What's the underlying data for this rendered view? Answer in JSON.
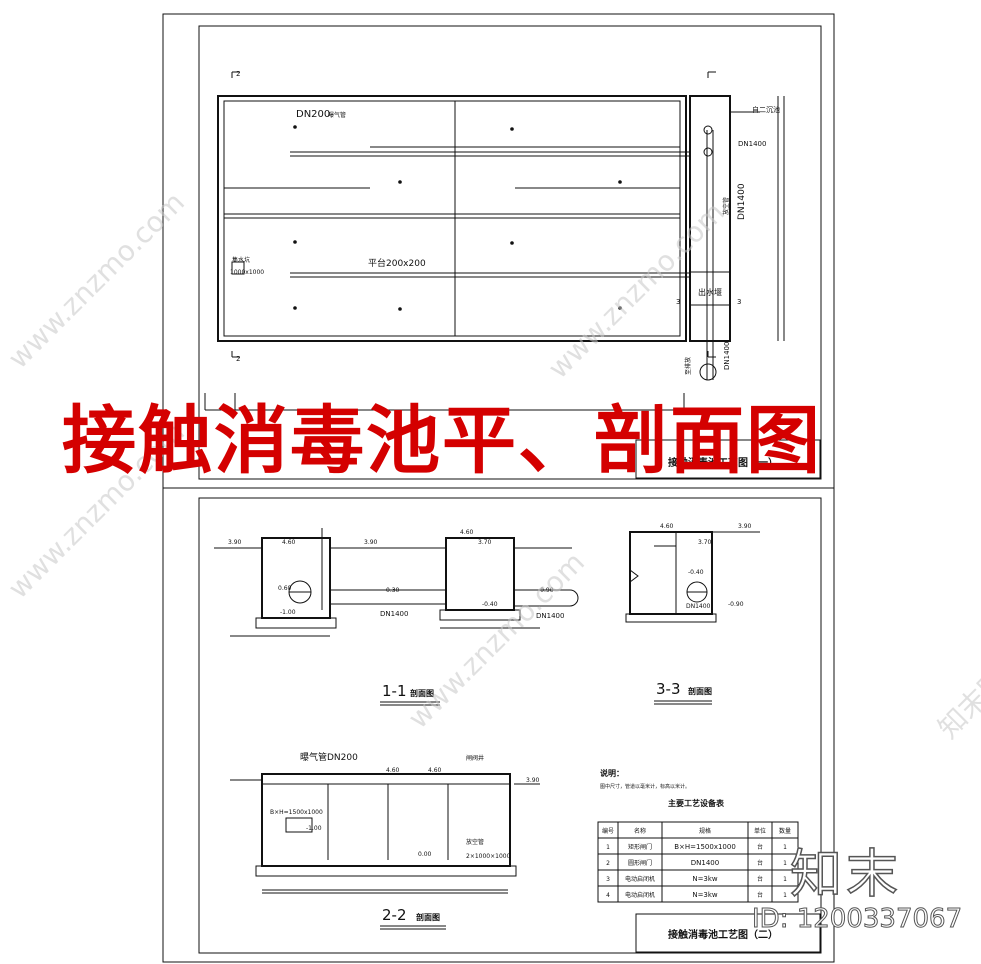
{
  "title_overlay": "接触消毒池平、剖面图",
  "brand": {
    "logo": "知末",
    "id_text": "ID: 1200337067"
  },
  "watermark": {
    "site": "www.znzmo.com",
    "brand": "知末网"
  },
  "plan": {
    "labels": {
      "pipe_dn200": "DN200",
      "pipe_dn200_note": "曝气管",
      "outlet_dn1400_a": "DN1400",
      "outlet_dn1400_b": "DN1400",
      "outlet_dn1400_c": "DN1400",
      "inlet_note": "自二沉池",
      "outlet_note": "至排放",
      "drain_note": "放空管",
      "weir": "出水堰",
      "duct": "平台200x200",
      "box_note": "集水坑",
      "box_size": "1000x1000",
      "mark_2": "2",
      "mark_3": "3"
    },
    "titleblock": "接触消毒池工艺图（一）"
  },
  "sections": {
    "s11": {
      "caption": "1-1",
      "caption_suffix": "剖面图",
      "levels": {
        "a": "3.90",
        "b": "4.60",
        "c": "3.90",
        "d": "4.60",
        "e": "3.70",
        "f": "0.60",
        "g": "-1.00",
        "h": "0.30",
        "i": "-0.40",
        "j": "-0.90"
      },
      "pipe": "DN1400",
      "pipe2": "DN1400"
    },
    "s33": {
      "caption": "3-3",
      "caption_suffix": "剖面图",
      "levels": {
        "a": "4.60",
        "b": "3.90",
        "c": "3.70",
        "d": "-0.40",
        "e": "-0.90"
      },
      "pipe": "DN1400"
    },
    "s22": {
      "caption": "2-2",
      "caption_suffix": "剖面图",
      "labels": {
        "air": "曝气管DN200",
        "valve": "闸阀井",
        "gate": "B×H=1500x1000",
        "drain": "放空管",
        "pit": "2×1000×1000",
        "lvl_a": "4.60",
        "lvl_b": "4.60",
        "lvl_c": "3.90",
        "lvl_d": "0.00",
        "lvl_e": "-1.00"
      }
    }
  },
  "notes": {
    "heading": "说明：",
    "line1": "图中尺寸，管道以毫米计，标高以米计。"
  },
  "equipment_table": {
    "title": "主要工艺设备表",
    "headers": [
      "编号",
      "名称",
      "规格",
      "单位",
      "数量"
    ],
    "rows": [
      [
        "1",
        "矩形闸门",
        "B×H=1500x1000",
        "台",
        "1"
      ],
      [
        "2",
        "圆形闸门",
        "DN1400",
        "台",
        "1"
      ],
      [
        "3",
        "电动启闭机",
        "N=3kw",
        "台",
        "1"
      ],
      [
        "4",
        "电动启闭机",
        "N=3kw",
        "台",
        "1"
      ]
    ]
  },
  "titleblock2": "接触消毒池工艺图（二）"
}
